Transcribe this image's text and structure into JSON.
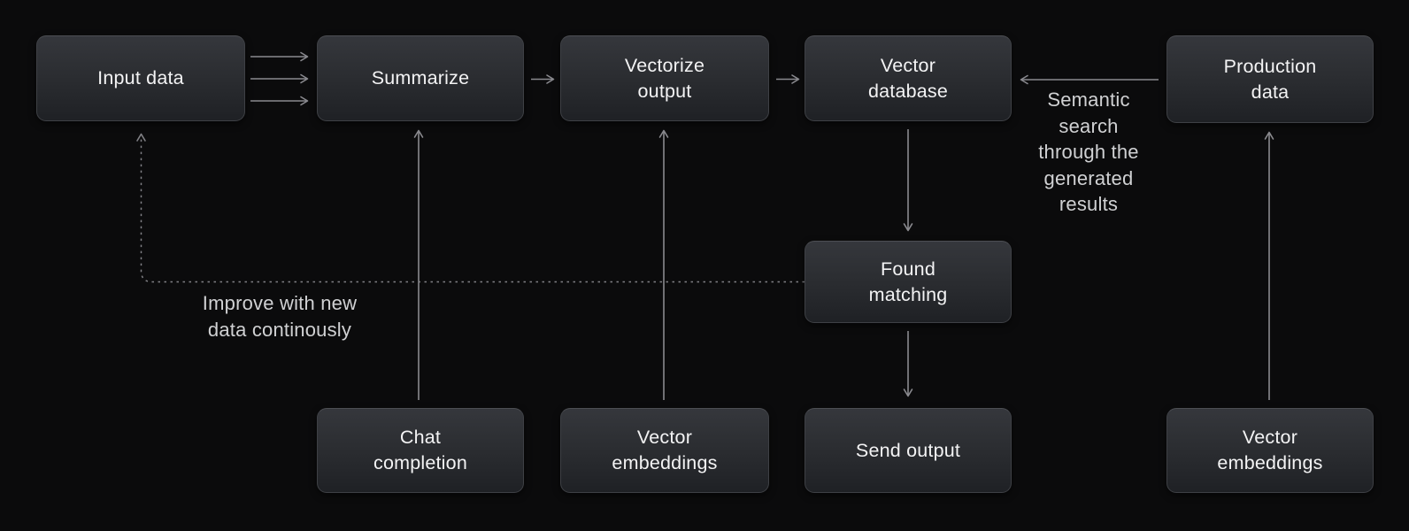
{
  "diagram": {
    "nodes": {
      "input_data": {
        "label": "Input data"
      },
      "summarize": {
        "label": "Summarize"
      },
      "vectorize_output": {
        "label": "Vectorize\noutput"
      },
      "vector_database": {
        "label": "Vector\ndatabase"
      },
      "production_data": {
        "label": "Production\ndata"
      },
      "found_matching": {
        "label": "Found\nmatching"
      },
      "chat_completion": {
        "label": "Chat\ncompletion"
      },
      "vector_embeddings_left": {
        "label": "Vector\nembeddings"
      },
      "send_output": {
        "label": "Send output"
      },
      "vector_embeddings_right": {
        "label": "Vector\nembeddings"
      }
    },
    "annotations": {
      "semantic_search": "Semantic\nsearch\nthrough the\ngenerated\nresults",
      "improve_loop": "Improve with new\ndata continously"
    },
    "colors": {
      "background": "#0b0b0c",
      "node_fill_top": "#35373c",
      "node_fill_bottom": "#1f2125",
      "node_border": "#3e4045",
      "node_text": "#f3f3f4",
      "annotation_text": "#d0d1d3",
      "arrow": "#8a8a8f",
      "dashed_arrow": "#818186"
    }
  }
}
